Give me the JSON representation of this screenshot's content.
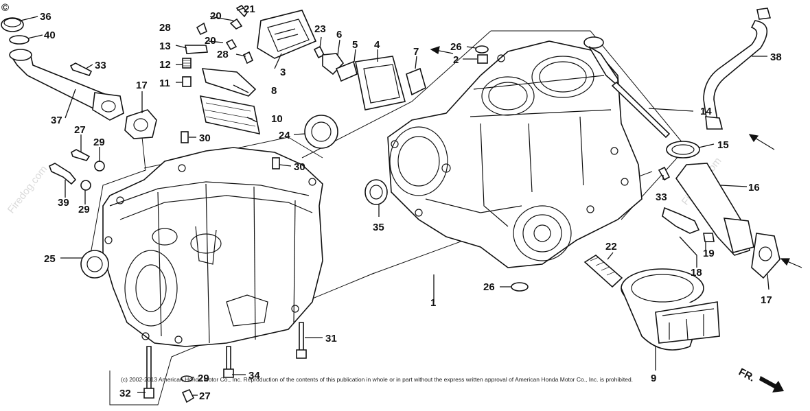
{
  "diagram": {
    "type": "exploded-parts-diagram",
    "direction_label": "FR.",
    "copyright": "(c) 2002-2013 American Honda Motor Co., Inc. Reproduction of the contents of this publication in whole or in part without the express written approval of American Honda Motor Co., Inc. is prohibited.",
    "watermark": "Firedog.com",
    "corner_mark": "©",
    "callouts": [
      "36",
      "40",
      "33",
      "37",
      "17",
      "27",
      "29",
      "39",
      "29",
      "25",
      "21",
      "20",
      "28",
      "20",
      "13",
      "28",
      "12",
      "11",
      "3",
      "8",
      "10",
      "30",
      "30",
      "24",
      "23",
      "6",
      "5",
      "4",
      "7",
      "26",
      "2",
      "35",
      "1",
      "26",
      "14",
      "38",
      "15",
      "16",
      "33",
      "19",
      "18",
      "17",
      "22",
      "9",
      "31",
      "29",
      "34",
      "32",
      "27"
    ]
  }
}
